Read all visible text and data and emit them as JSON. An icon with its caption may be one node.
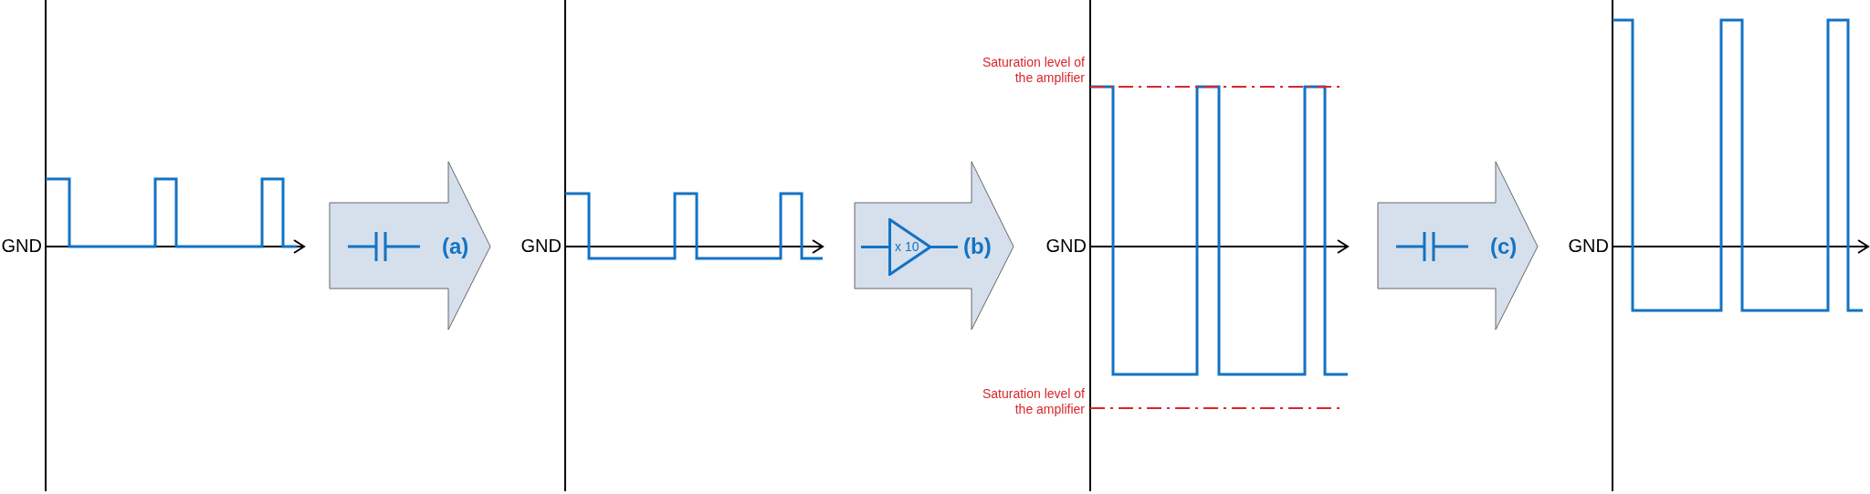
{
  "diagram": {
    "nodes": [
      {
        "text": [
          "(a)"
        ]
      },
      {
        "text": [
          "(b)"
        ]
      },
      {
        "text": [
          "x 10"
        ],
        "in": 1
      },
      {
        "text": [
          "(c)"
        ]
      }
    ],
    "edges": [],
    "labels": [
      "GND",
      "GND",
      "Saturation level of the amplifier",
      "Saturation level of the amplifier",
      "GND",
      "GND"
    ]
  }
}
